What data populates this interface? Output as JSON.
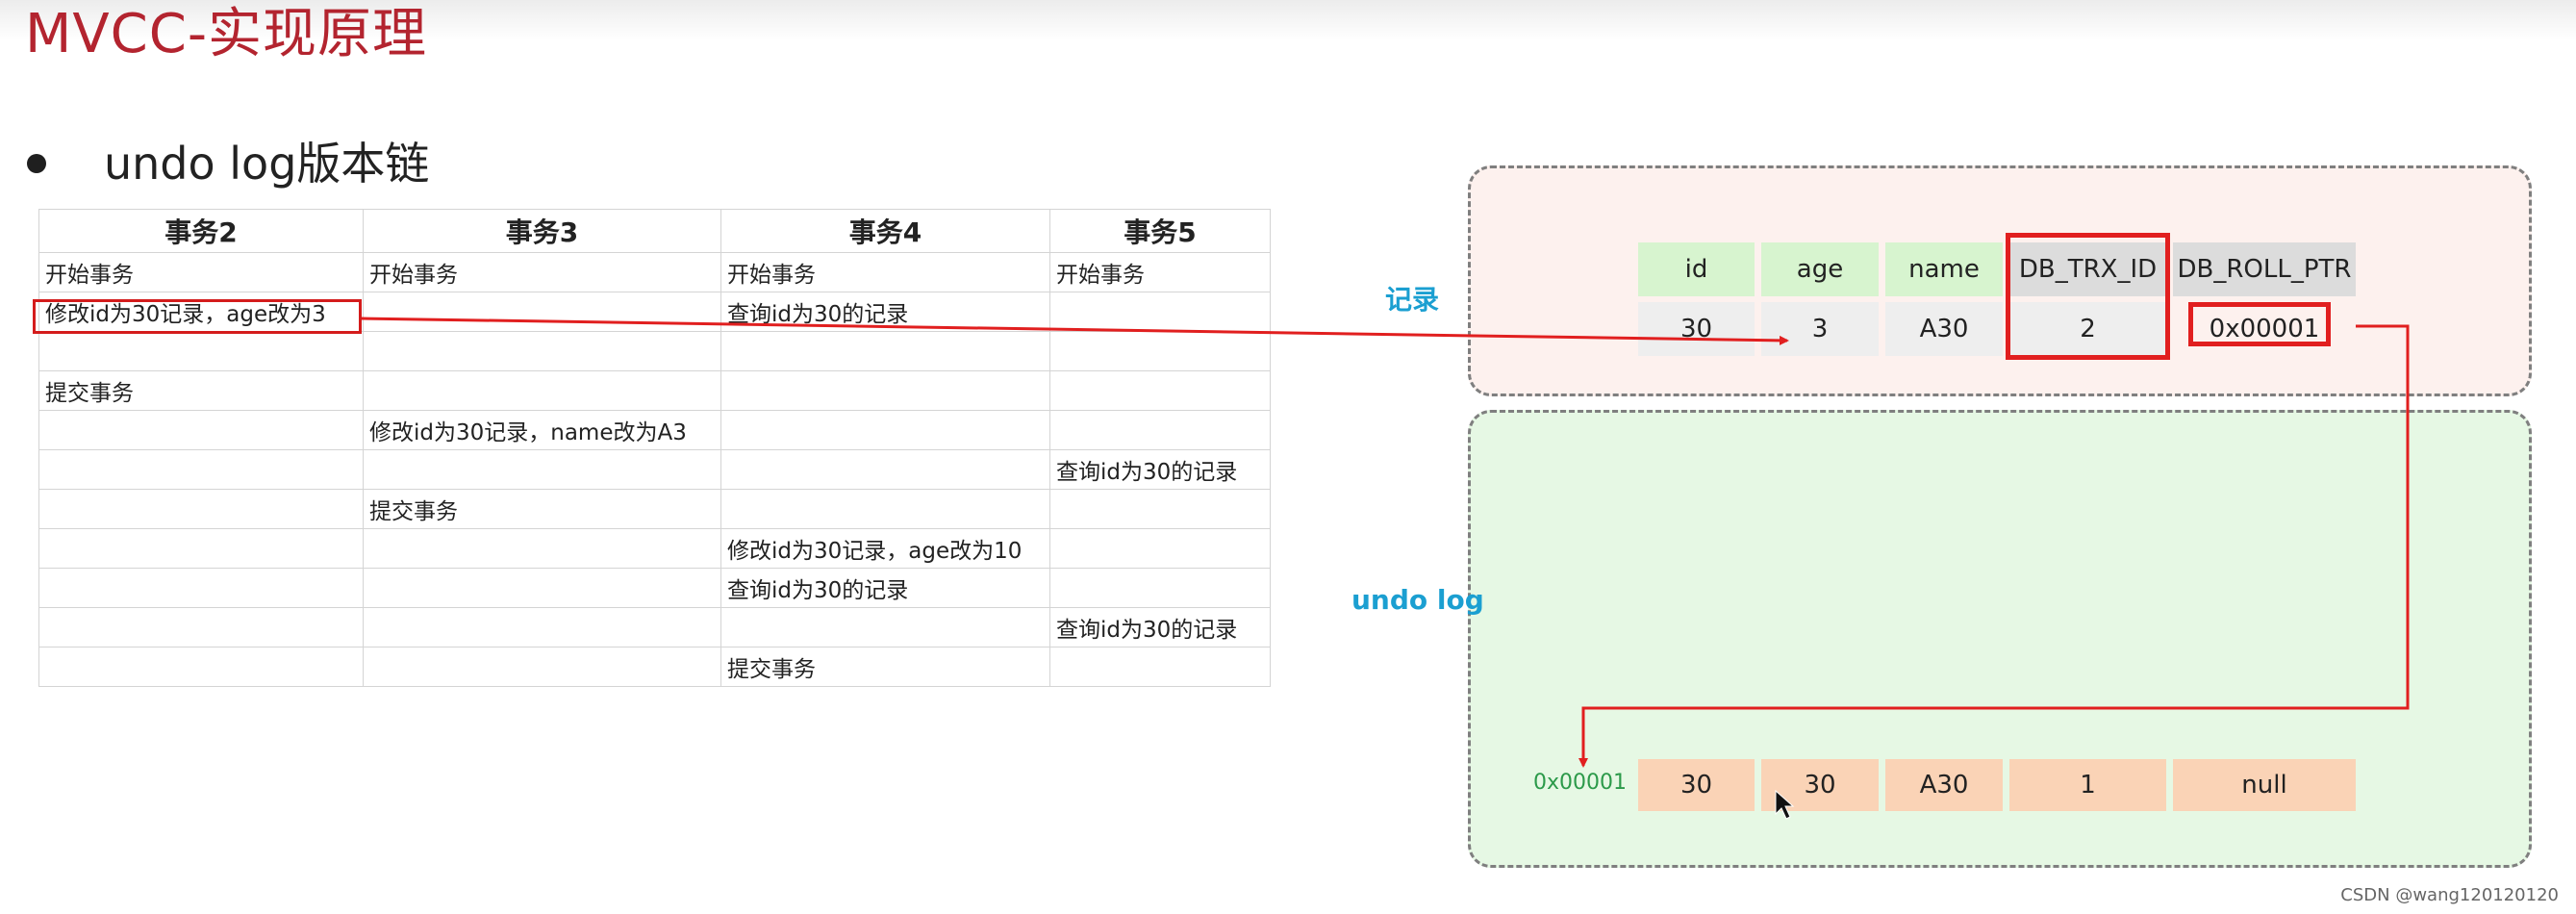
{
  "title": "MVCC-实现原理",
  "subtitle": "undo log版本链",
  "transaction_table": {
    "headers": [
      "事务2",
      "事务3",
      "事务4",
      "事务5"
    ],
    "rows": [
      [
        "开始事务",
        "开始事务",
        "开始事务",
        "开始事务"
      ],
      [
        "修改id为30记录，age改为3",
        "",
        "查询id为30的记录",
        ""
      ],
      [
        "",
        "",
        "",
        ""
      ],
      [
        "提交事务",
        "",
        "",
        ""
      ],
      [
        "",
        "修改id为30记录，name改为A3",
        "",
        ""
      ],
      [
        "",
        "",
        "",
        "查询id为30的记录"
      ],
      [
        "",
        "提交事务",
        "",
        ""
      ],
      [
        "",
        "",
        "修改id为30记录，age改为10",
        ""
      ],
      [
        "",
        "",
        "查询id为30的记录",
        ""
      ],
      [
        "",
        "",
        "",
        "查询id为30的记录"
      ],
      [
        "",
        "",
        "提交事务",
        ""
      ]
    ]
  },
  "record": {
    "label": "记录",
    "headers": [
      "id",
      "age",
      "name",
      "DB_TRX_ID",
      "DB_ROLL_PTR"
    ],
    "values": [
      "30",
      "3",
      "A30",
      "2",
      "0x00001"
    ]
  },
  "undo_log": {
    "label": "undo log",
    "address": "0x00001",
    "values": [
      "30",
      "30",
      "A30",
      "1",
      "null"
    ]
  },
  "watermark": "CSDN @wang120120120",
  "colors": {
    "title": "#b3242f",
    "highlight": "#e11f1f",
    "zone_label": "#1b9fd1",
    "record_bg": "#fdf1ee",
    "undo_bg": "#e6f8e4",
    "header_green": "#d7f4cf",
    "header_gray": "#dcdcdc",
    "undo_cell": "#fad3b6",
    "address": "#2c9a4a"
  }
}
